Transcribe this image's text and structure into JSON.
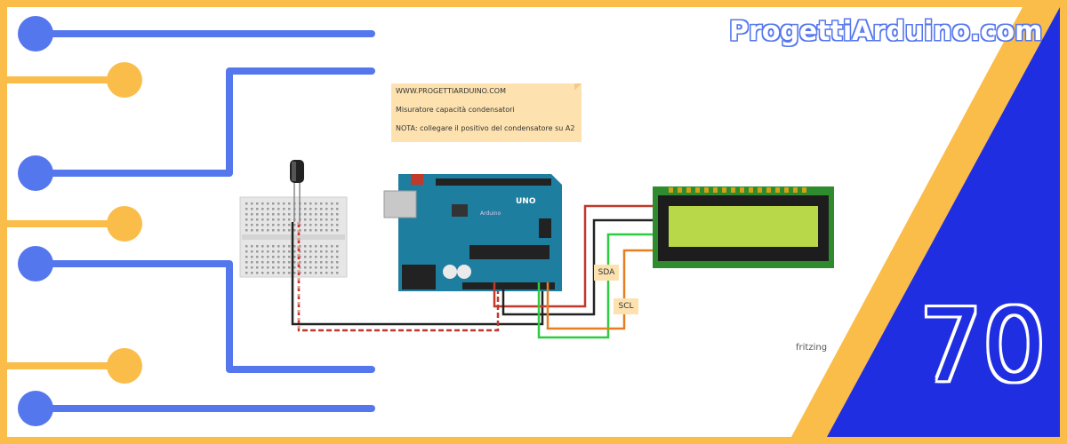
{
  "brand": {
    "name": "ProgettiArduino.com"
  },
  "episode": {
    "number": "70"
  },
  "note": {
    "line1": "WWW.PROGETTIARDUINO.COM",
    "line2": "Misuratore capacità condensatori",
    "line3": "NOTA: collegare il positivo del condensatore su A2"
  },
  "labels": {
    "sda": "SDA",
    "scl": "SCL",
    "fritzing": "fritzing"
  },
  "board": {
    "logo": "UNO",
    "maker": "Arduino"
  },
  "colors": {
    "frame": "#fbbd4a",
    "blue_line": "#5577ee",
    "corner_blue": "#1f2ee0",
    "board": "#1e7ea0",
    "lcd_pcb": "#2e8b2e",
    "lcd_screen": "#b8d84a"
  }
}
